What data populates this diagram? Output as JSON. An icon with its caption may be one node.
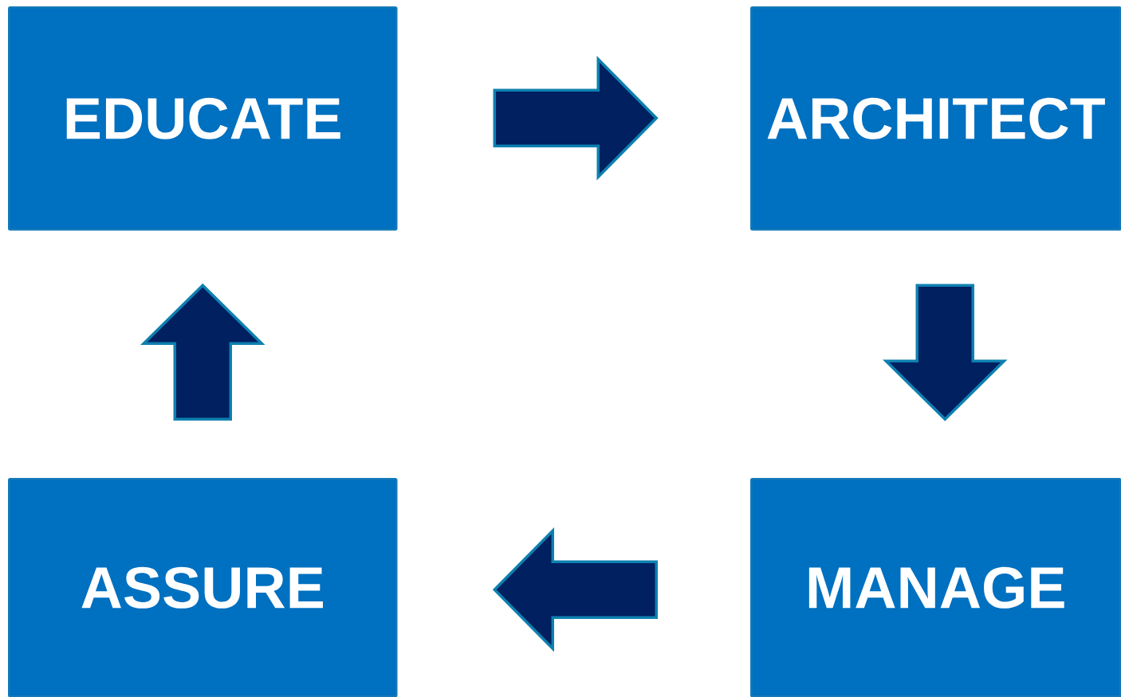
{
  "diagram": {
    "nodes": [
      {
        "text": [
          "EDUCATE"
        ]
      },
      {
        "text": [
          "ARCHITECT"
        ]
      },
      {
        "text": [
          "ASSURE"
        ]
      },
      {
        "text": [
          "MANAGE"
        ]
      }
    ],
    "edges": [
      {
        "from": 0,
        "to": 1,
        "arrow": "to"
      },
      {
        "from": 1,
        "to": 3,
        "arrow": "to"
      },
      {
        "from": 3,
        "to": 2,
        "arrow": "to"
      },
      {
        "from": 2,
        "to": 0,
        "arrow": "to"
      }
    ]
  }
}
